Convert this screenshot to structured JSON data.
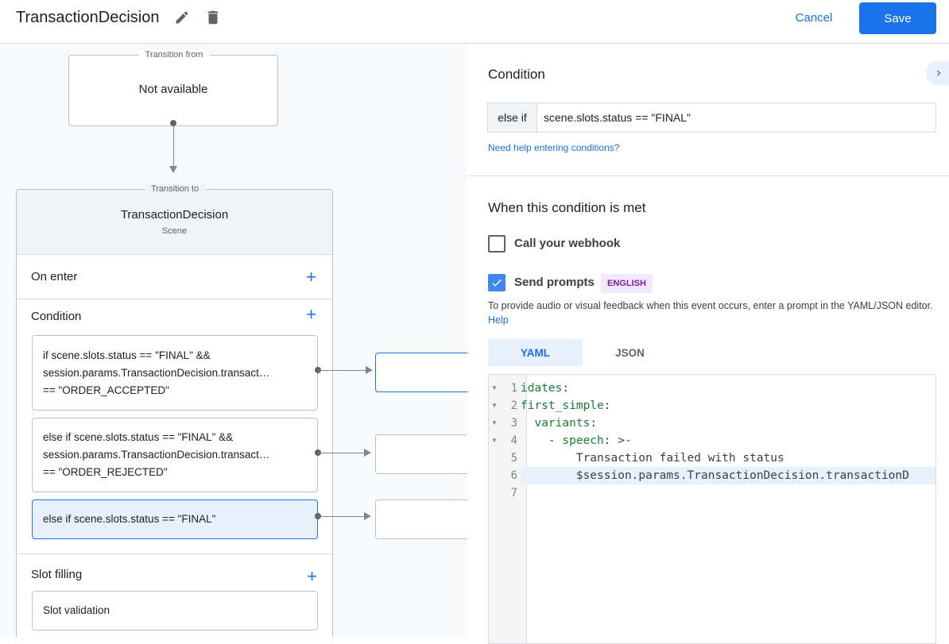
{
  "header": {
    "title": "TransactionDecision",
    "cancel_label": "Cancel",
    "save_label": "Save",
    "icons": [
      "edit-icon",
      "delete-icon"
    ]
  },
  "canvas": {
    "transition_from": {
      "legend": "Transition from",
      "value": "Not available"
    },
    "transition_to": {
      "legend": "Transition to",
      "scene_name": "TransactionDecision",
      "scene_type": "Scene"
    },
    "on_enter": {
      "label": "On enter"
    },
    "condition": {
      "label": "Condition",
      "items": [
        {
          "lines": [
            "if scene.slots.status == \"FINAL\" &&",
            "session.params.TransactionDecision.transact…",
            "== \"ORDER_ACCEPTED\""
          ]
        },
        {
          "lines": [
            "else if scene.slots.status == \"FINAL\" &&",
            "session.params.TransactionDecision.transact…",
            "== \"ORDER_REJECTED\""
          ]
        },
        {
          "lines": [
            "else if scene.slots.status == \"FINAL\""
          ],
          "selected": true
        }
      ]
    },
    "slot_filling": {
      "label": "Slot filling",
      "slot_validation": "Slot validation"
    }
  },
  "panel": {
    "condition_title": "Condition",
    "condition_prefix": "else if",
    "condition_value": "scene.slots.status == \"FINAL\"",
    "help_link": "Need help entering conditions?",
    "met_title": "When this condition is met",
    "webhook": {
      "label": "Call your webhook",
      "checked": false
    },
    "prompts": {
      "label": "Send prompts",
      "checked": true,
      "badge": "ENGLISH"
    },
    "description": "To provide audio or visual feedback when this event occurs, enter a prompt in the YAML/JSON editor.",
    "description_link": "Help",
    "tabs": [
      {
        "label": "YAML",
        "active": true
      },
      {
        "label": "JSON",
        "active": false
      }
    ],
    "code_lines": [
      {
        "n": "1",
        "key": "idates",
        "rest": ":",
        "indent": "",
        "fold": true
      },
      {
        "n": "2",
        "key": "first_simple",
        "rest": ":",
        "indent": "",
        "fold": true
      },
      {
        "n": "3",
        "key": "variants",
        "rest": ":",
        "indent": "  ",
        "fold": true
      },
      {
        "n": "4",
        "key": "speech",
        "rest": ": >-",
        "indent": "    - ",
        "fold": true
      },
      {
        "n": "5",
        "key": "",
        "rest": "Transaction failed with status",
        "indent": "        ",
        "fold": false
      },
      {
        "n": "6",
        "key": "",
        "rest": "$session.params.TransactionDecision.transactionD",
        "indent": "        ",
        "fold": false,
        "highlighted": true
      },
      {
        "n": "7",
        "key": "",
        "rest": "",
        "indent": "",
        "fold": false
      }
    ]
  },
  "colors": {
    "accent": "#1a73e8",
    "selected_bg": "#e8f0fe",
    "badge_bg": "#f3e8fd",
    "badge_text": "#7b1fa2",
    "yaml_key": "#188038"
  }
}
